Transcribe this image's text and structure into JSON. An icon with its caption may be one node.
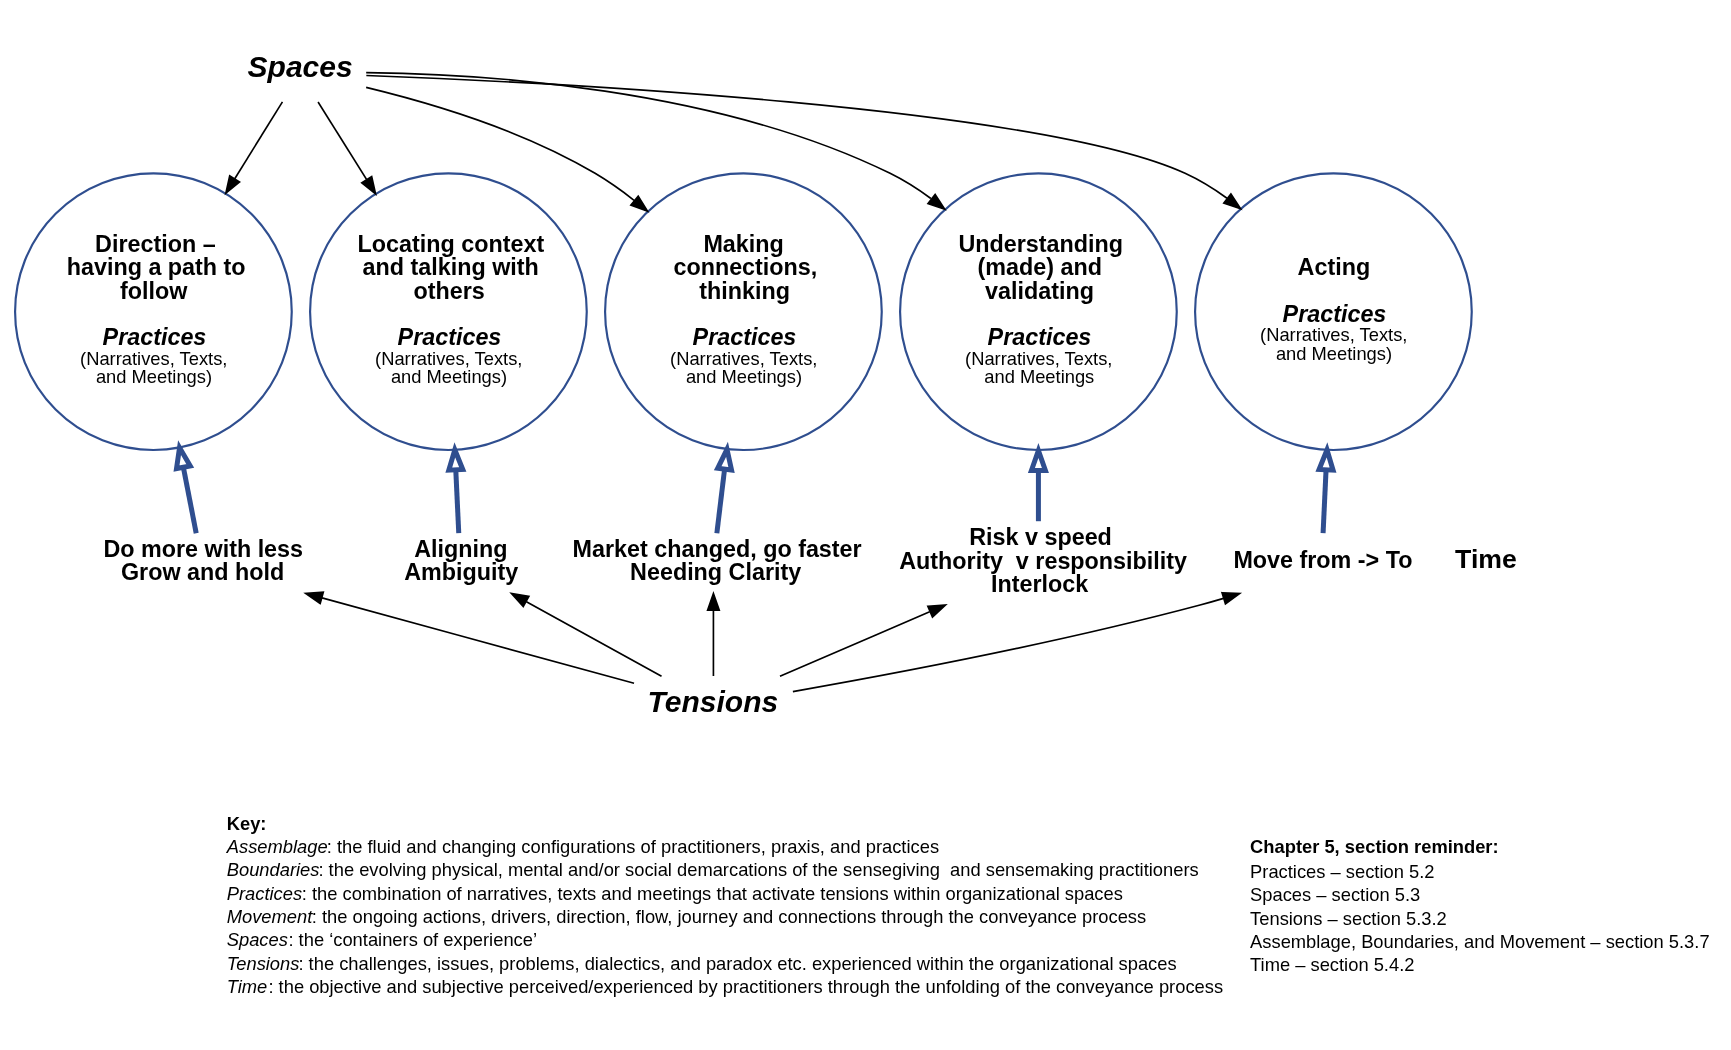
{
  "diagram": {
    "nodes": [
      {
        "text": [
          "Spaces"
        ]
      },
      {
        "text": [
          "Direction – having a path to follow",
          "Practices",
          "(Narratives, Texts, and Meetings)"
        ]
      },
      {
        "text": [
          "Locating context and talking with others",
          "Practices",
          "(Narratives, Texts, and Meetings)"
        ]
      },
      {
        "text": [
          "Making connections, thinking",
          "Practices",
          "(Narratives, Texts, and Meetings)"
        ]
      },
      {
        "text": [
          "Understanding (made) and validating",
          "Practices",
          "(Narratives, Texts, and Meetings"
        ]
      },
      {
        "text": [
          "Acting",
          "Practices",
          "(Narratives, Texts, and Meetings)"
        ]
      },
      {
        "text": [
          "Do more with less",
          "Grow and hold"
        ]
      },
      {
        "text": [
          "Aligning",
          "Ambiguity"
        ]
      },
      {
        "text": [
          "Market changed, go faster",
          "Needing Clarity"
        ]
      },
      {
        "text": [
          "Risk v speed",
          "Authority  v responsibility",
          "Interlock"
        ]
      },
      {
        "text": [
          "Move from -> To"
        ]
      },
      {
        "text": [
          "Tensions"
        ]
      }
    ],
    "edges": [
      {
        "from": 0,
        "to": 1,
        "arrow": "to"
      },
      {
        "from": 0,
        "to": 2,
        "arrow": "to"
      },
      {
        "from": 0,
        "to": 3,
        "arrow": "to"
      },
      {
        "from": 0,
        "to": 4,
        "arrow": "to"
      },
      {
        "from": 0,
        "to": 5,
        "arrow": "to"
      },
      {
        "from": 6,
        "to": 1,
        "arrow": "to",
        "style": "thick",
        "color": "#2f4e8f"
      },
      {
        "from": 7,
        "to": 2,
        "arrow": "to",
        "style": "thick",
        "color": "#2f4e8f"
      },
      {
        "from": 8,
        "to": 3,
        "arrow": "to",
        "style": "thick",
        "color": "#2f4e8f"
      },
      {
        "from": 9,
        "to": 4,
        "arrow": "to",
        "style": "thick",
        "color": "#2f4e8f"
      },
      {
        "from": 10,
        "to": 5,
        "arrow": "to",
        "style": "thick",
        "color": "#2f4e8f"
      },
      {
        "from": 11,
        "to": 6,
        "arrow": "to"
      },
      {
        "from": 11,
        "to": 7,
        "arrow": "to"
      },
      {
        "from": 11,
        "to": 8,
        "arrow": "to"
      },
      {
        "from": 11,
        "to": 9,
        "arrow": "to"
      },
      {
        "from": 11,
        "to": 10,
        "arrow": "to"
      }
    ],
    "labels": [
      "Time",
      "Key:",
      "Assemblage: the fluid and changing configurations of practitioners, praxis, and practices",
      "Boundaries: the evolving physical, mental and/or social demarcations of the sensegiving  and sensemaking practitioners",
      "Practices: the combination of narratives, texts and meetings that activate tensions within organizational spaces",
      "Movement: the ongoing actions, drivers, direction, flow, journey and connections through the conveyance process",
      "Spaces: the ‘containers of experience’",
      "Tensions: the challenges, issues, problems, dialectics, and paradox etc. experienced within the organizational spaces",
      "Time: the objective and subjective perceived/experienced by practitioners through the unfolding of the conveyance process",
      "Chapter 5, section reminder:",
      "Practices – section 5.2",
      "Spaces – section 5.3",
      "Tensions – section 5.3.2",
      "Assemblage, Boundaries, and Movement – section 5.3.7",
      "Time – section 5.4.2"
    ]
  }
}
